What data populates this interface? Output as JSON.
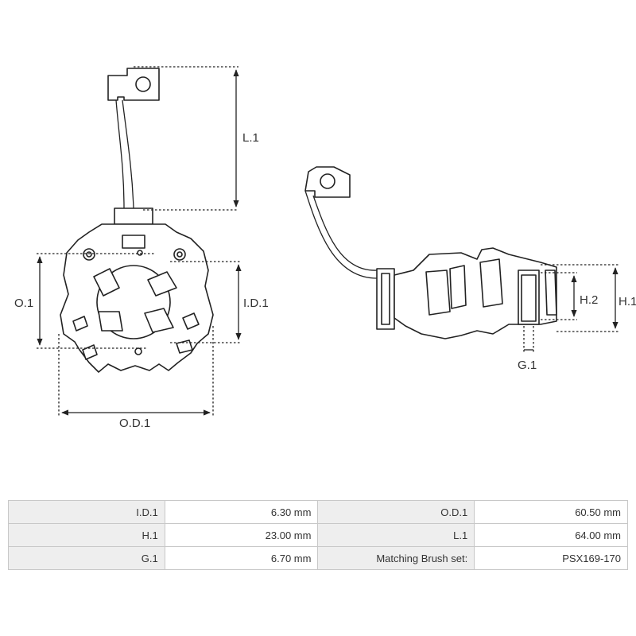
{
  "drawing": {
    "labels": {
      "l1": "L.1",
      "o1": "O.1",
      "id1": "I.D.1",
      "od1": "O.D.1",
      "h1": "H.1",
      "h2": "H.2",
      "g1": "G.1"
    }
  },
  "table": {
    "rows": [
      {
        "k1": "I.D.1",
        "v1": "6.30 mm",
        "k2": "O.D.1",
        "v2": "60.50 mm"
      },
      {
        "k1": "H.1",
        "v1": "23.00 mm",
        "k2": "L.1",
        "v2": "64.00 mm"
      },
      {
        "k1": "G.1",
        "v1": "6.70 mm",
        "k2": "Matching Brush set:",
        "v2": "PSX169-170"
      }
    ]
  }
}
